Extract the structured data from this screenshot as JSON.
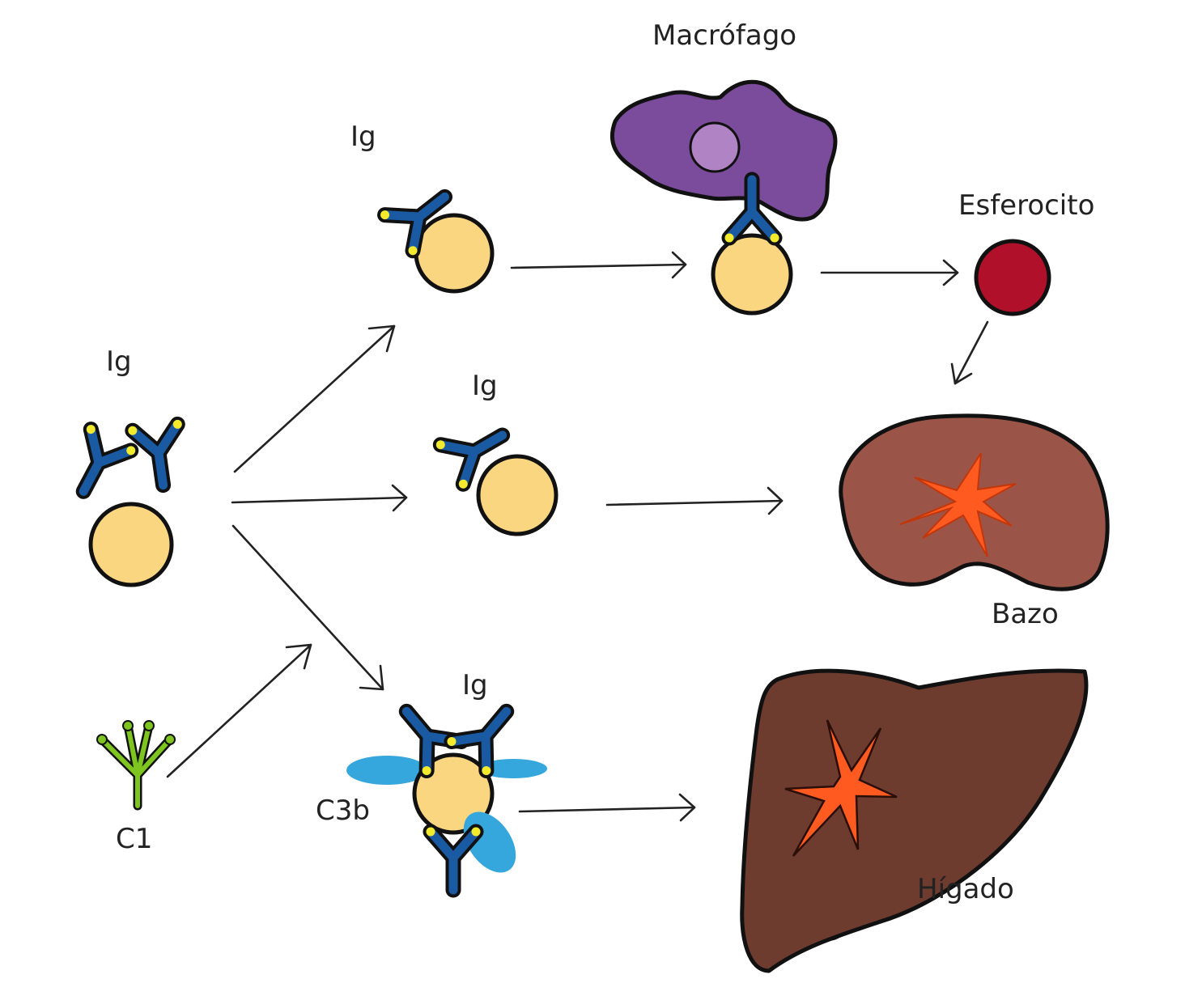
{
  "labels": {
    "ig_left": "Ig",
    "ig_top": "Ig",
    "ig_middle": "Ig",
    "ig_bottom": "Ig",
    "macrophage": "Macrófago",
    "spherocyte": "Esferocito",
    "spleen": "Bazo",
    "liver": "Hígado",
    "c1": "C1",
    "c3b": "C3b"
  },
  "colors": {
    "red_cell": "#fbd680",
    "antibody": "#1a5aa3",
    "antibody_tip": "#f3ea2d",
    "macrophage": "#7b4c9b",
    "macrophage_nucleus": "#b084c4",
    "spherocyte": "#b0102a",
    "spleen": "#9b5548",
    "liver": "#6e3b2f",
    "organ_core": "#ff5a1f",
    "gallbladder": "#4b6234",
    "c1": "#7fc51f",
    "c3b": "#35a7dc"
  }
}
